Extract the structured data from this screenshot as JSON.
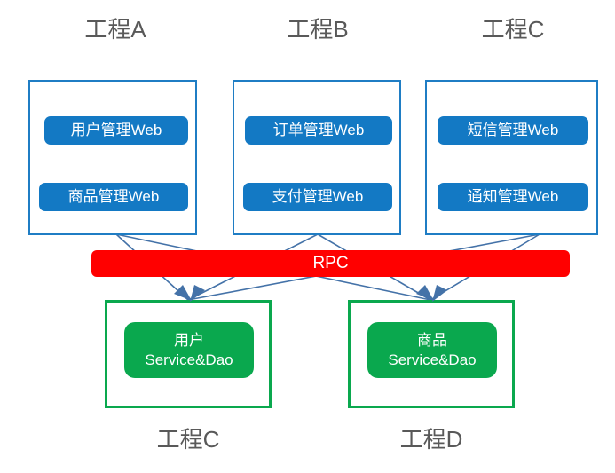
{
  "diagram": {
    "type": "architecture-diagram",
    "background": "#ffffff",
    "palette": {
      "web_border": "#1F7DC4",
      "web_fill": "#1379C4",
      "bus_fill": "#FF0000",
      "service_border": "#0AA84E",
      "service_fill": "#0AA84E",
      "title_text": "#595959",
      "connector": "#4472A8",
      "label_text": "#ffffff"
    },
    "top_titles": [
      {
        "id": "title-a",
        "label": "工程A"
      },
      {
        "id": "title-b",
        "label": "工程B"
      },
      {
        "id": "title-c",
        "label": "工程C"
      }
    ],
    "bottom_titles": [
      {
        "id": "title-c-bottom",
        "label": "工程C"
      },
      {
        "id": "title-d-bottom",
        "label": "工程D"
      }
    ],
    "web_projects": [
      {
        "id": "web-project-a",
        "title": "工程A",
        "modules": [
          {
            "id": "module-user-web",
            "label": "用户管理Web"
          },
          {
            "id": "module-product-web",
            "label": "商品管理Web"
          }
        ]
      },
      {
        "id": "web-project-b",
        "title": "工程B",
        "modules": [
          {
            "id": "module-order-web",
            "label": "订单管理Web"
          },
          {
            "id": "module-payment-web",
            "label": "支付管理Web"
          }
        ]
      },
      {
        "id": "web-project-c",
        "title": "工程C",
        "modules": [
          {
            "id": "module-sms-web",
            "label": "短信管理Web"
          },
          {
            "id": "module-notify-web",
            "label": "通知管理Web"
          }
        ]
      }
    ],
    "bus": {
      "id": "rpc-bus",
      "label": "RPC"
    },
    "service_projects": [
      {
        "id": "service-project-user",
        "title": "工程C",
        "module": {
          "id": "module-user-service",
          "line1": "用户",
          "line2": "Service&Dao"
        }
      },
      {
        "id": "service-project-product",
        "title": "工程D",
        "module": {
          "id": "module-product-service",
          "line1": "商品",
          "line2": "Service&Dao"
        }
      }
    ],
    "connections": [
      {
        "from": "web-project-a",
        "to": "service-project-user"
      },
      {
        "from": "web-project-a",
        "to": "service-project-product"
      },
      {
        "from": "web-project-b",
        "to": "service-project-user"
      },
      {
        "from": "web-project-b",
        "to": "service-project-product"
      },
      {
        "from": "web-project-c",
        "to": "service-project-user"
      },
      {
        "from": "web-project-c",
        "to": "service-project-product"
      }
    ]
  }
}
